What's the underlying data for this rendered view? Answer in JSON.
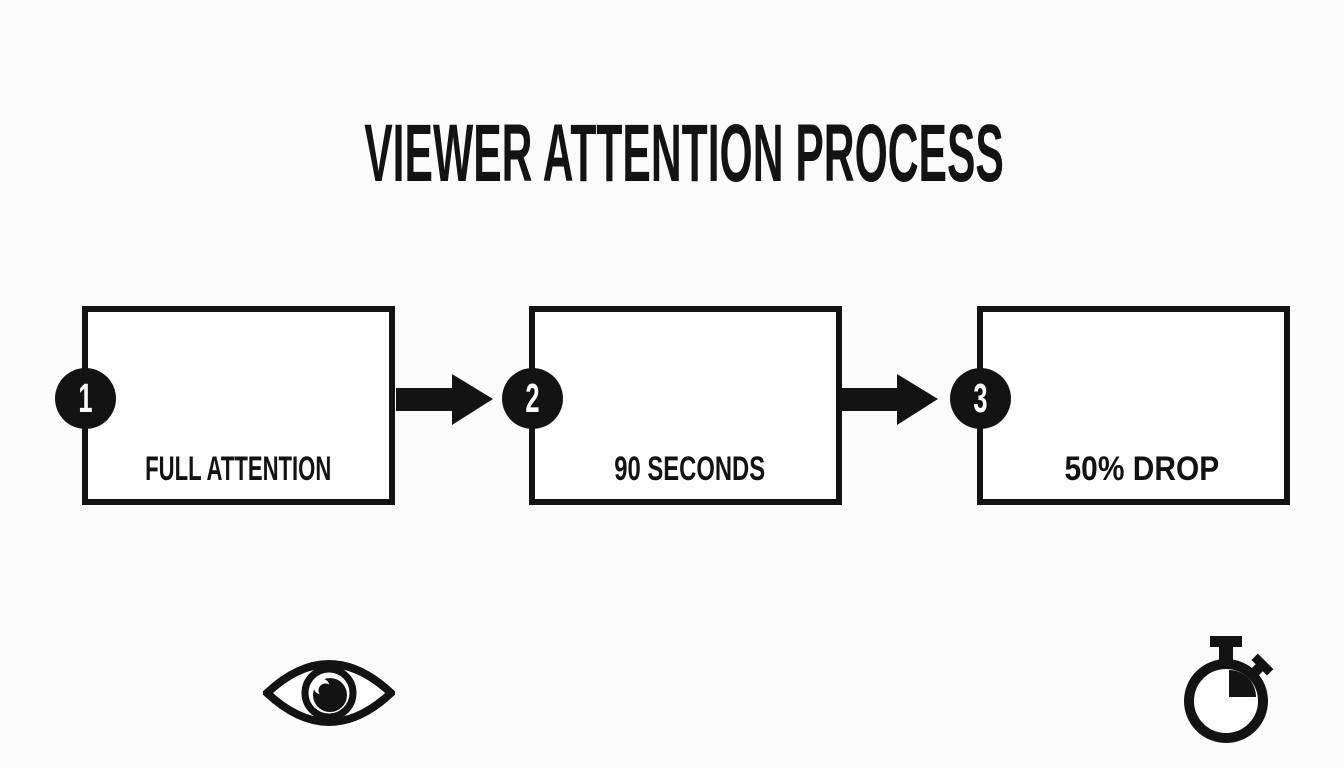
{
  "title": "VIEWER ATTENTION PROCESS",
  "steps": [
    {
      "number": "1",
      "label": "FULL ATTENTION",
      "icon": "eye-icon"
    },
    {
      "number": "2",
      "label": "90 SECONDS",
      "icon": "stopwatch-icon"
    },
    {
      "number": "3",
      "label": "50% DROP",
      "icon": "download-drop-icon"
    }
  ],
  "colors": {
    "ink": "#131313",
    "background": "#fbfbfb",
    "box_fill": "#fefefe",
    "badge_text": "#ffffff"
  }
}
